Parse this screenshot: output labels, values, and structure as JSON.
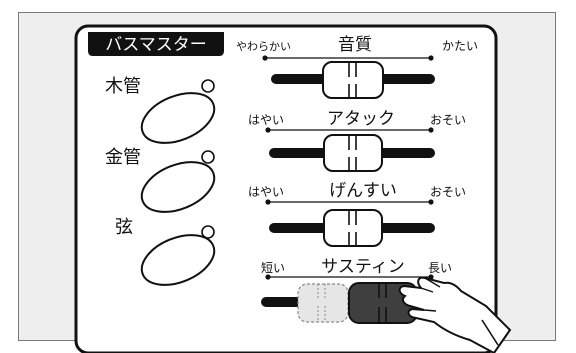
{
  "panel": {
    "title": "バスマスター",
    "bg": "#eeeeee",
    "panel_bg": "#ffffff",
    "ink": "#111111"
  },
  "voices": [
    {
      "label": "木管",
      "led": "off"
    },
    {
      "label": "金管",
      "led": "off"
    },
    {
      "label": "弦",
      "led": "off"
    }
  ],
  "sliders": [
    {
      "title": "音質",
      "left_label": "やわらかい",
      "right_label": "かたい",
      "knob": "center"
    },
    {
      "title": "アタック",
      "left_label": "はやい",
      "right_label": "おそい",
      "knob": "center"
    },
    {
      "title": "げんすい",
      "left_label": "はやい",
      "right_label": "おそい",
      "knob": "center"
    },
    {
      "title": "サスティン",
      "left_label": "短い",
      "right_label": "長い",
      "knob": "moving-right"
    }
  ],
  "icons": {
    "hand": "pointing-hand-icon"
  }
}
